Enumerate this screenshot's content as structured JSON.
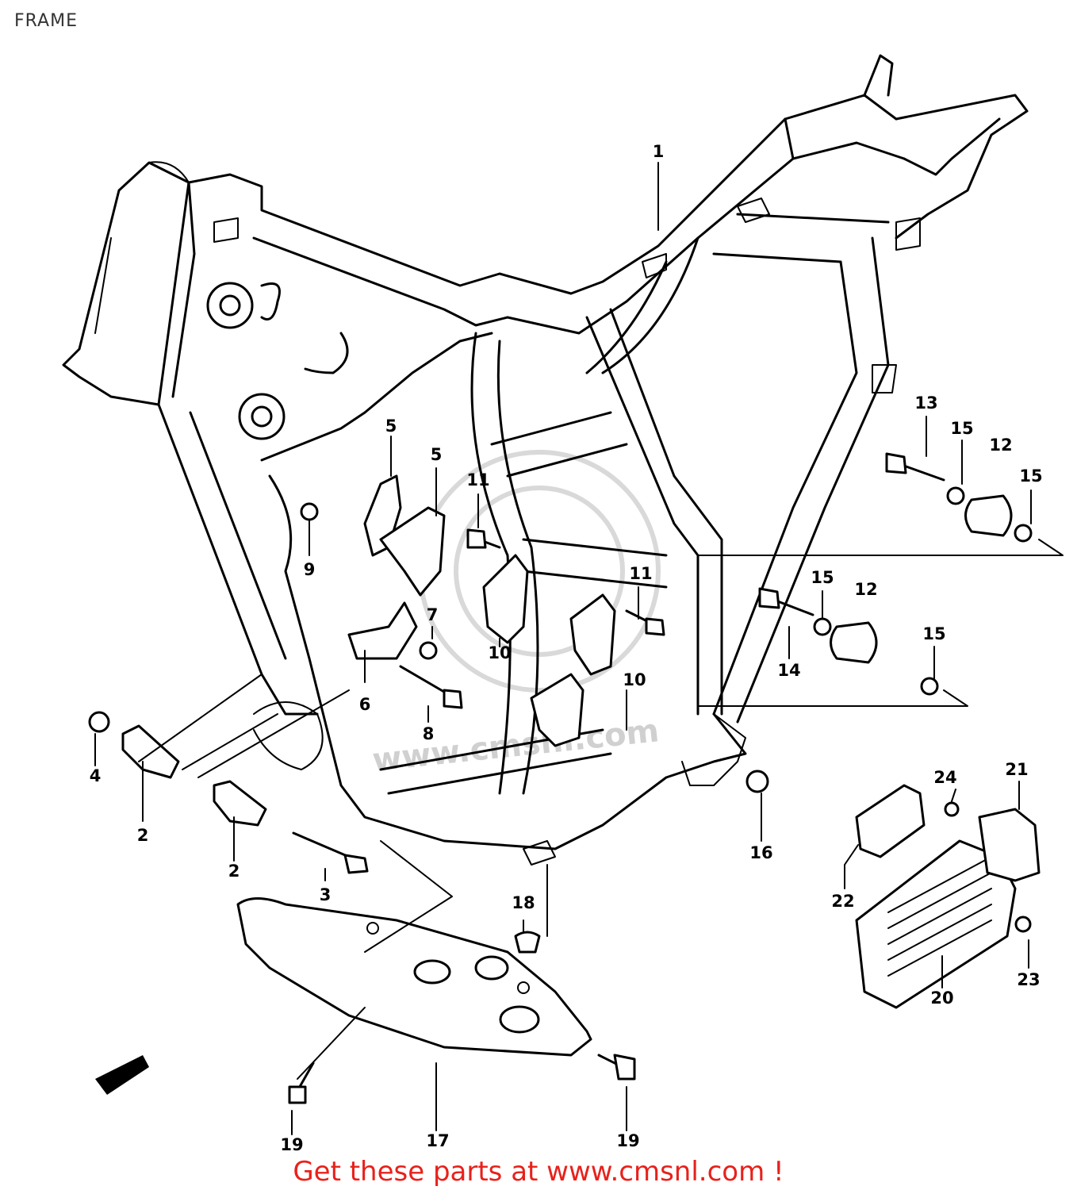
{
  "header": {
    "title": "FRAME"
  },
  "footer": {
    "text": "Get these parts at www.cmsnl.com !"
  },
  "watermark": {
    "text": "www.cmsnl.com"
  },
  "callouts": [
    {
      "id": "c1",
      "label": "1"
    },
    {
      "id": "c2a",
      "label": "2"
    },
    {
      "id": "c2b",
      "label": "2"
    },
    {
      "id": "c3",
      "label": "3"
    },
    {
      "id": "c4",
      "label": "4"
    },
    {
      "id": "c5a",
      "label": "5"
    },
    {
      "id": "c5b",
      "label": "5"
    },
    {
      "id": "c6",
      "label": "6"
    },
    {
      "id": "c7",
      "label": "7"
    },
    {
      "id": "c8",
      "label": "8"
    },
    {
      "id": "c9",
      "label": "9"
    },
    {
      "id": "c10a",
      "label": "10"
    },
    {
      "id": "c10b",
      "label": "10"
    },
    {
      "id": "c11a",
      "label": "11"
    },
    {
      "id": "c11b",
      "label": "11"
    },
    {
      "id": "c12a",
      "label": "12"
    },
    {
      "id": "c12b",
      "label": "12"
    },
    {
      "id": "c13",
      "label": "13"
    },
    {
      "id": "c14",
      "label": "14"
    },
    {
      "id": "c15a",
      "label": "15"
    },
    {
      "id": "c15b",
      "label": "15"
    },
    {
      "id": "c15c",
      "label": "15"
    },
    {
      "id": "c15d",
      "label": "15"
    },
    {
      "id": "c16",
      "label": "16"
    },
    {
      "id": "c17",
      "label": "17"
    },
    {
      "id": "c18",
      "label": "18"
    },
    {
      "id": "c19a",
      "label": "19"
    },
    {
      "id": "c19b",
      "label": "19"
    },
    {
      "id": "c20",
      "label": "20"
    },
    {
      "id": "c21",
      "label": "21"
    },
    {
      "id": "c22",
      "label": "22"
    },
    {
      "id": "c23",
      "label": "23"
    },
    {
      "id": "c24",
      "label": "24"
    }
  ]
}
